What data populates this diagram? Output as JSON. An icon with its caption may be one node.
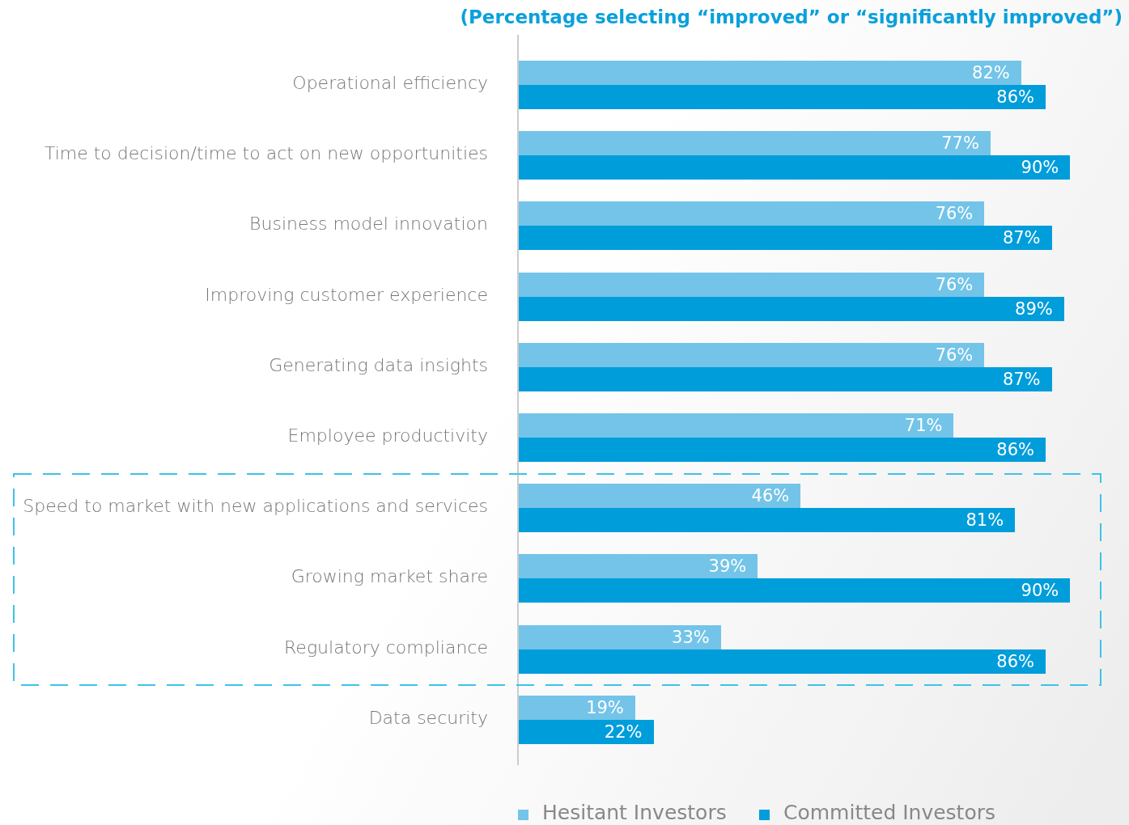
{
  "diagram": {
    "chart_data": {
      "type": "bar",
      "orientation": "horizontal",
      "title": "(Percentage selecting “improved” or “significantly improved”)",
      "categories": [
        "Operational efficiency",
        "Time to decision/time to act on new opportunities",
        "Business model innovation",
        "Improving customer experience",
        "Generating data insights",
        "Employee productivity",
        "Speed to market with new applications and services",
        "Growing market share",
        "Regulatory compliance",
        "Data security"
      ],
      "series": [
        {
          "name": "Hesitant Investors",
          "color": "#73c4e8",
          "values": [
            82,
            77,
            76,
            76,
            76,
            71,
            46,
            39,
            33,
            19
          ],
          "value_labels": [
            "82%",
            "77%",
            "76%",
            "76%",
            "76%",
            "71%",
            "46%",
            "39%",
            "33%",
            "19%"
          ]
        },
        {
          "name": "Committed Investors",
          "color": "#009ddb",
          "values": [
            86,
            90,
            87,
            89,
            87,
            86,
            81,
            90,
            86,
            22
          ],
          "value_labels": [
            "86%",
            "90%",
            "87%",
            "89%",
            "87%",
            "86%",
            "81%",
            "90%",
            "86%",
            "22%"
          ]
        }
      ],
      "legend": "bottom"
    }
  }
}
